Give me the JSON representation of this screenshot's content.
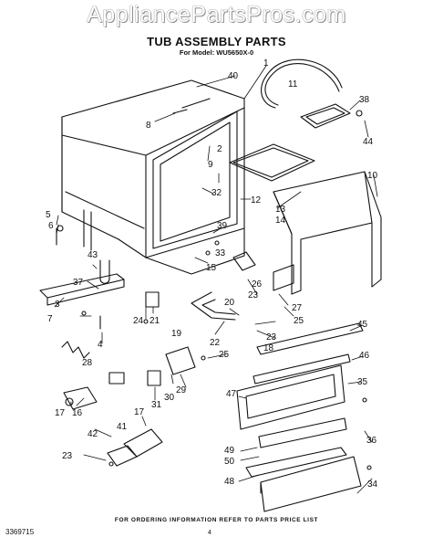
{
  "watermark": "AppliancePartsPros.com",
  "title": "TUB ASSEMBLY PARTS",
  "subtitle": "For Model: WU5650X-0",
  "footer_note": "FOR ORDERING INFORMATION REFER TO PARTS PRICE LIST",
  "doc_number": "3369715",
  "page_number": "4",
  "callouts": [
    "1",
    "2",
    "3",
    "4",
    "5",
    "6",
    "7",
    "8",
    "9",
    "10",
    "11",
    "12",
    "13",
    "14",
    "15",
    "16",
    "17",
    "18",
    "19",
    "20",
    "21",
    "22",
    "23",
    "24",
    "25",
    "26",
    "27",
    "28",
    "29",
    "30",
    "31",
    "32",
    "33",
    "34",
    "35",
    "36",
    "37",
    "38",
    "39",
    "40",
    "41",
    "42",
    "43",
    "44",
    "45",
    "46",
    "47",
    "48",
    "49",
    "50"
  ]
}
